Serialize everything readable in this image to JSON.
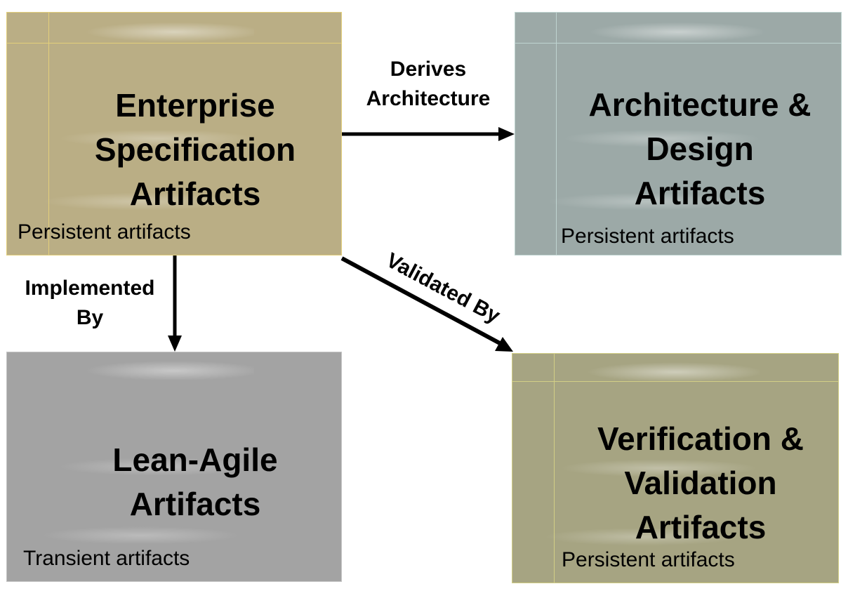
{
  "colors": {
    "enterprise": "#BAAE85",
    "architecture": "#9CA9A7",
    "lean_agile": "#A3A3A3",
    "vv": "#A6A482",
    "arrow": "#000000"
  },
  "boxes": {
    "enterprise": {
      "title_lines": [
        "Enterprise",
        "Specification",
        "Artifacts"
      ],
      "subtitle": "Persistent artifacts"
    },
    "architecture": {
      "title_lines": [
        "Architecture &",
        "Design",
        "Artifacts"
      ],
      "subtitle": "Persistent artifacts"
    },
    "lean_agile": {
      "title_lines": [
        "Lean-Agile",
        "Artifacts"
      ],
      "subtitle": "Transient artifacts"
    },
    "vv": {
      "title_lines": [
        "Verification &",
        "Validation",
        "Artifacts"
      ],
      "subtitle": "Persistent artifacts"
    }
  },
  "edges": {
    "derives": {
      "label_lines": [
        "Derives",
        "Architecture"
      ],
      "from": "enterprise",
      "to": "architecture"
    },
    "implemented": {
      "label_lines": [
        "Implemented",
        "By"
      ],
      "from": "enterprise",
      "to": "lean_agile"
    },
    "validated": {
      "label": "Validated By",
      "from": "enterprise",
      "to": "vv"
    }
  }
}
